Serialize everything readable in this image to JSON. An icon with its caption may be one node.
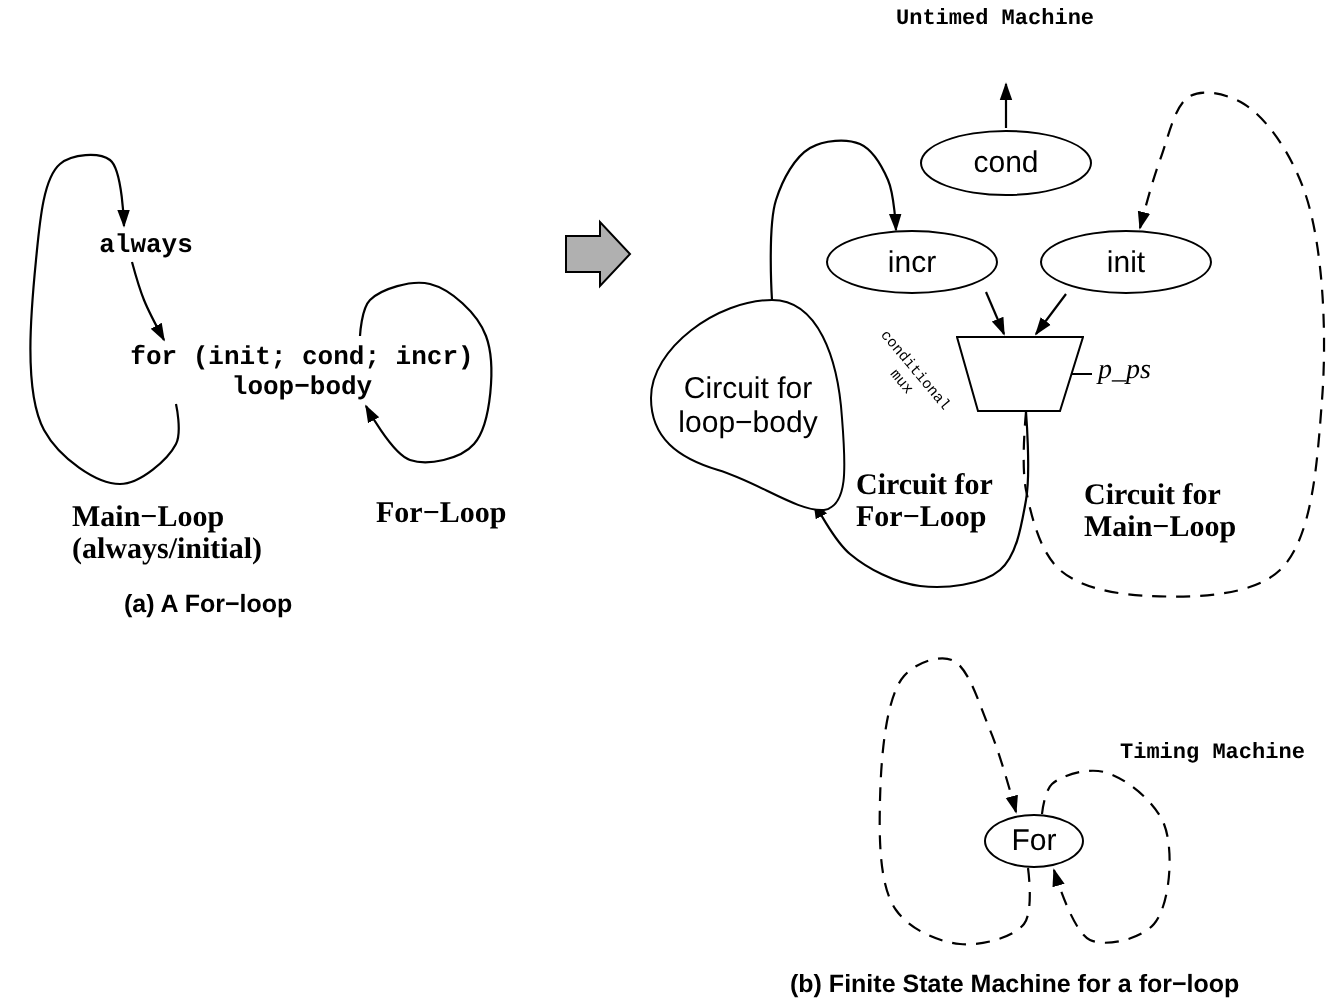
{
  "diagram": {
    "nodes": [
      {
        "text": [
          "always"
        ]
      },
      {
        "text": [
          "for (init; cond; incr) loop−body"
        ]
      },
      {
        "text": [
          "cond"
        ]
      },
      {
        "text": [
          "incr"
        ]
      },
      {
        "text": [
          "init"
        ]
      },
      {
        "text": [],
        "shape": "trapezoid",
        "beside": [
          "conditional mux",
          "p_ps"
        ]
      },
      {
        "text": [
          "Circuit for loop−body"
        ]
      },
      {
        "text": [
          "For"
        ]
      }
    ],
    "edges": [
      {
        "from": 1,
        "to": 0,
        "arrow": "to"
      },
      {
        "from": 0,
        "to": 1,
        "arrow": "to"
      },
      {
        "from": 1,
        "to": 1,
        "arrow": "to"
      },
      {
        "from": 2,
        "to": null,
        "arrow": "to"
      },
      {
        "from": 6,
        "to": 3,
        "arrow": "to"
      },
      {
        "from": 3,
        "to": 5,
        "arrow": "to"
      },
      {
        "from": 4,
        "to": 5,
        "arrow": "to"
      },
      {
        "from": 5,
        "to": 6,
        "arrow": "to"
      },
      {
        "from": 5,
        "to": 4,
        "arrow": "to",
        "style": "dashed"
      },
      {
        "from": 7,
        "to": 7,
        "arrow": "to",
        "style": "dashed"
      },
      {
        "from": 7,
        "to": 7,
        "arrow": "to",
        "style": "dashed"
      }
    ],
    "labels": [
      "Untimed Machine",
      "Main−Loop (always/initial)",
      "For−Loop",
      "(a) A For−loop",
      "Circuit for For−Loop",
      "Circuit for Main−Loop",
      "Timing Machine",
      "(b) Finite State Machine for a for−loop"
    ]
  }
}
